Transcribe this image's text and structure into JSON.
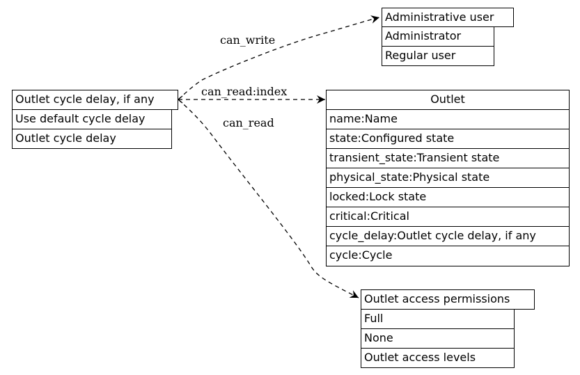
{
  "nodes": {
    "admin_user": {
      "title": "Administrative user",
      "rows": [
        "Administrator",
        "Regular user"
      ]
    },
    "cycle_delay": {
      "title": "Outlet cycle delay, if any",
      "rows": [
        "Use default cycle delay",
        "Outlet cycle delay"
      ]
    },
    "outlet": {
      "title": "Outlet",
      "rows": [
        "name:Name",
        "state:Configured state",
        "transient_state:Transient state",
        "physical_state:Physical state",
        "locked:Lock state",
        "critical:Critical",
        "cycle_delay:Outlet cycle delay, if any",
        "cycle:Cycle"
      ]
    },
    "access": {
      "title": "Outlet access permissions",
      "rows": [
        "Full",
        "None",
        "Outlet access levels"
      ]
    }
  },
  "edges": {
    "can_write": "can_write",
    "can_read_index": "can_read:index",
    "can_read": "can_read"
  },
  "colors": {
    "line": "#000000",
    "background": "#ffffff"
  }
}
